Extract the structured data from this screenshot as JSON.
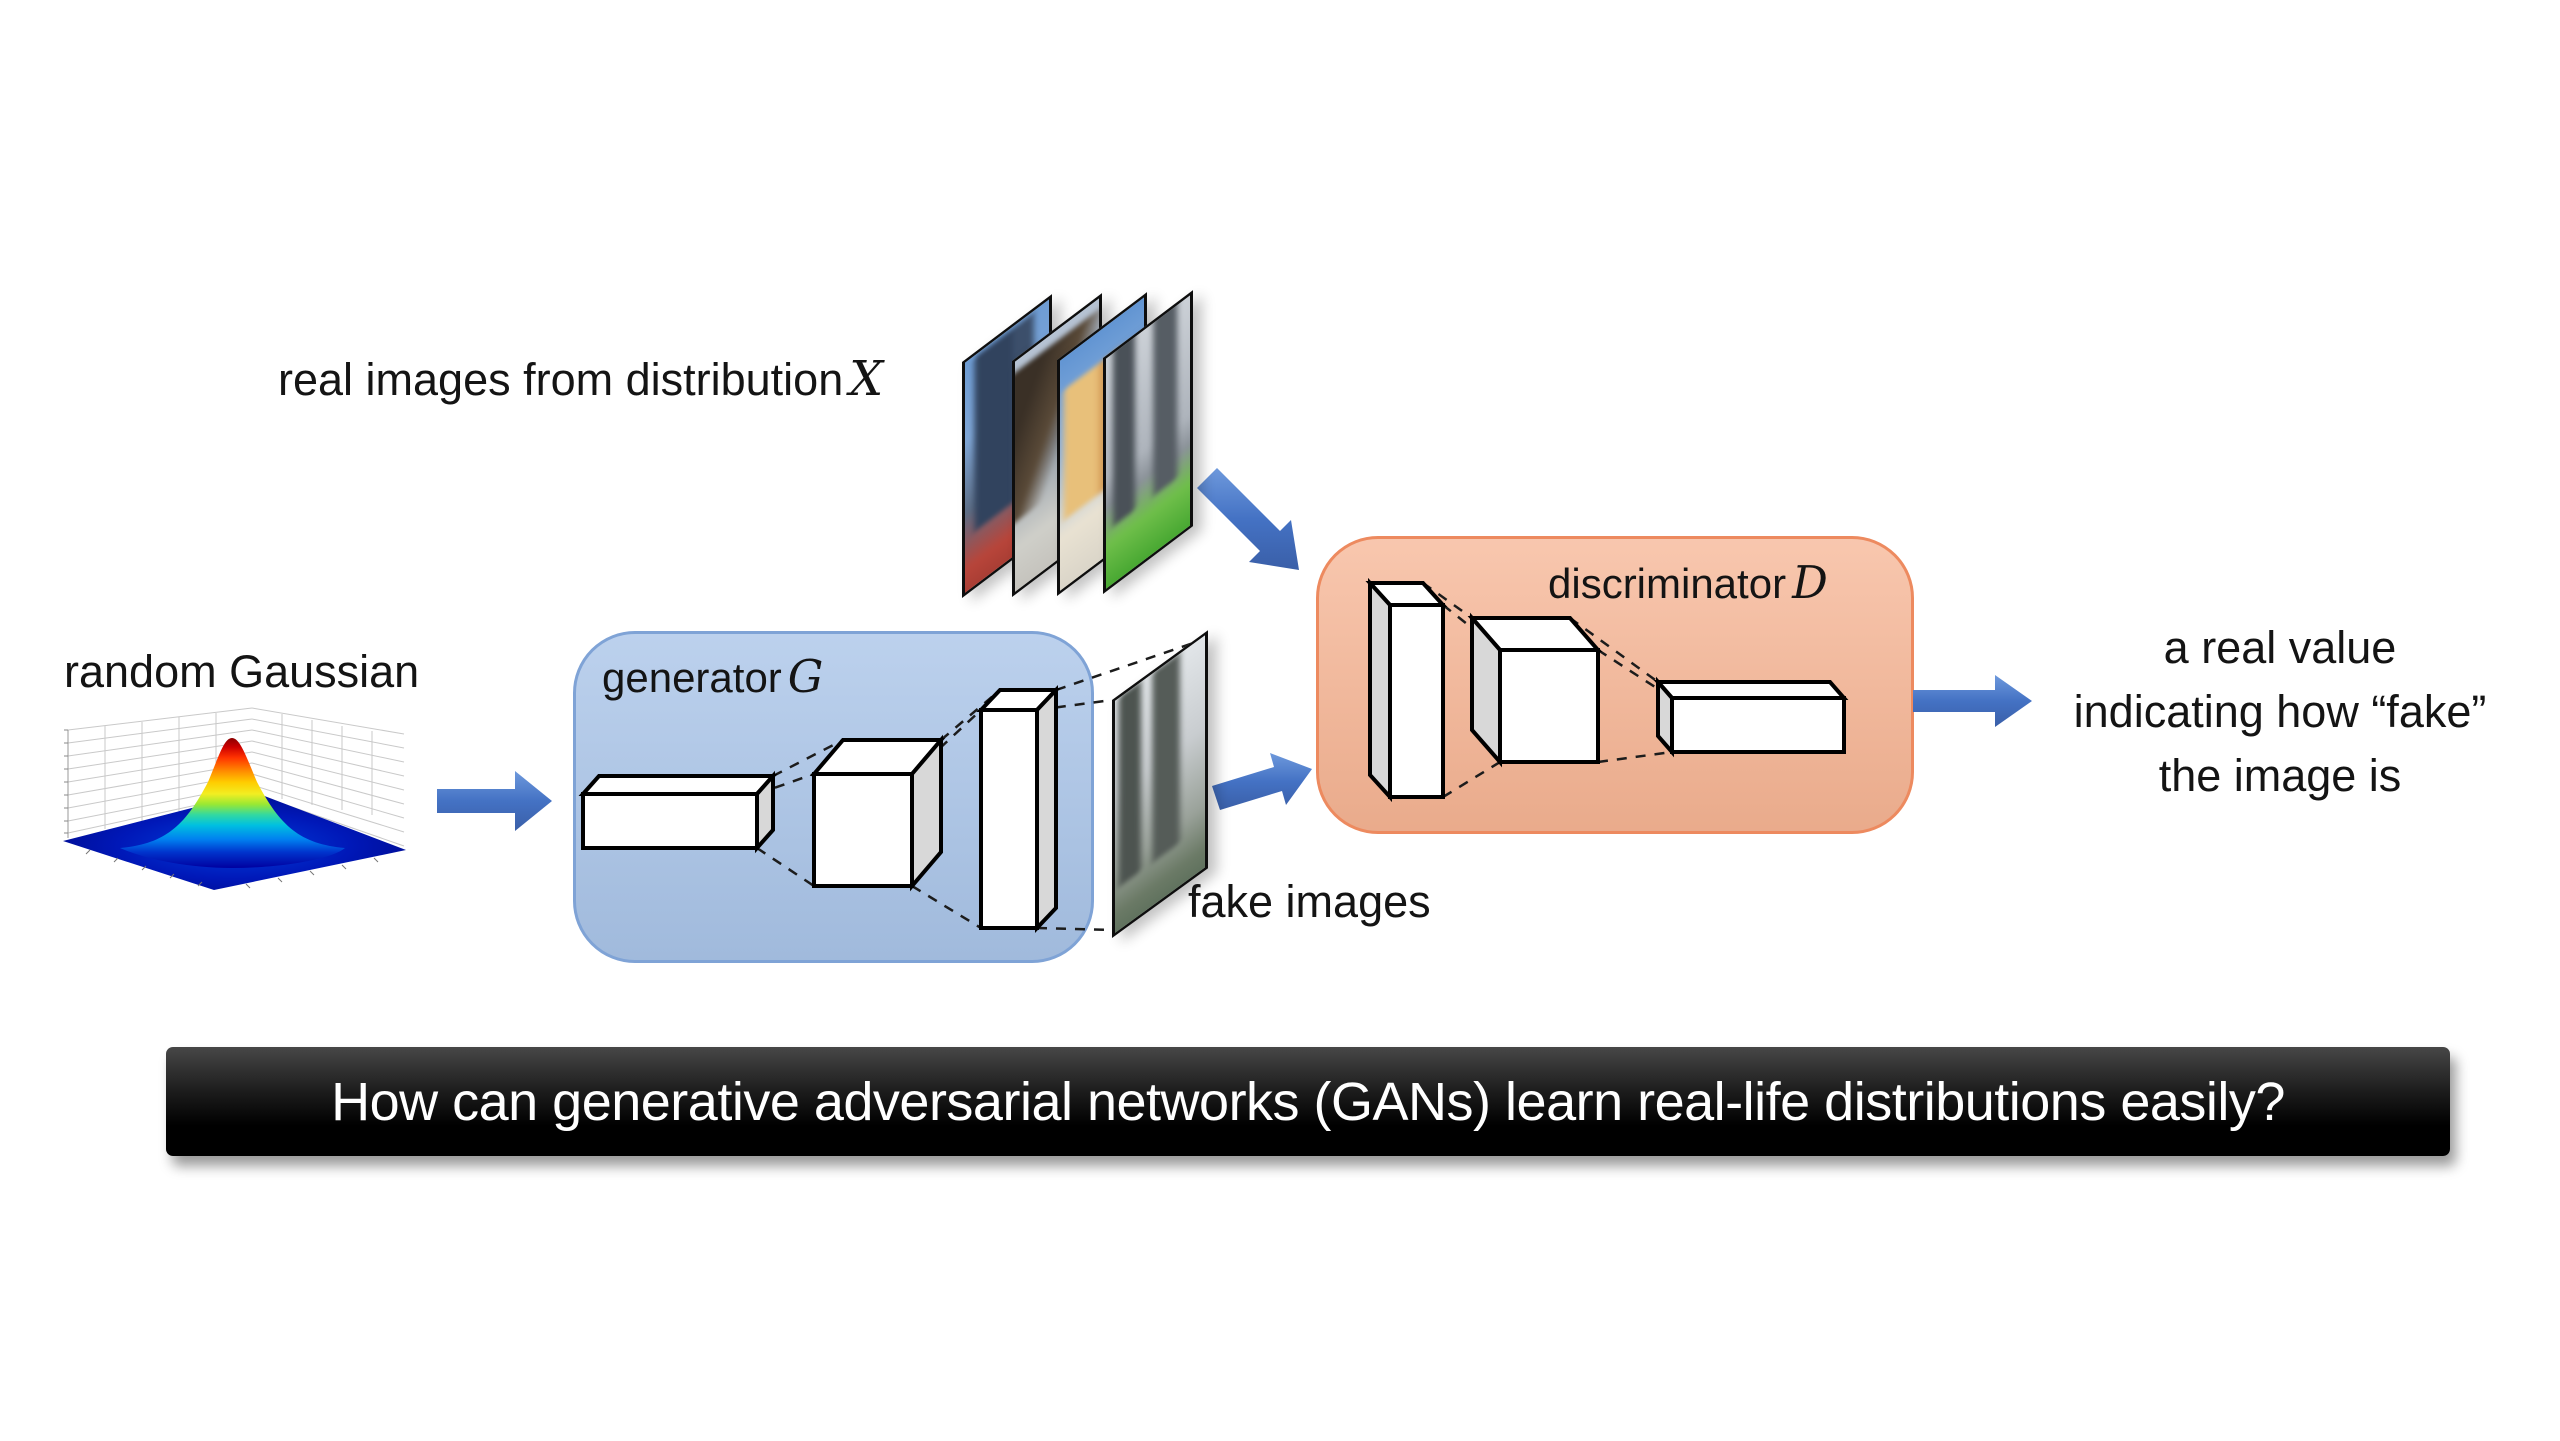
{
  "diagram": {
    "real_images_label": "real images from distribution",
    "real_images_symbol": "X",
    "random_gaussian_label": "random Gaussian",
    "generator_label": "generator",
    "generator_symbol": "G",
    "fake_images_label": "fake images",
    "discriminator_label": "discriminator",
    "discriminator_symbol": "D",
    "output_line1": "a real value",
    "output_line2": "indicating how “fake”",
    "output_line3": "the image is"
  },
  "banner": {
    "text": "How can generative adversarial networks (GANs) learn real-life distributions easily?"
  },
  "icons": {
    "arrows": [
      "arrow-right-icon",
      "arrow-down-right-icon",
      "arrow-up-right-icon",
      "arrow-right-icon"
    ]
  },
  "colors": {
    "arrow_blue": "#4472C4",
    "generator_fill": "#A9C4E8",
    "generator_border": "#7FA3D6",
    "discriminator_fill": "#F6B493",
    "discriminator_border": "#ED8A5F",
    "banner_bg": "#0D0D0D",
    "banner_text": "#FFFFFF",
    "surface_peak": "#8B0000",
    "surface_base": "#000090"
  }
}
